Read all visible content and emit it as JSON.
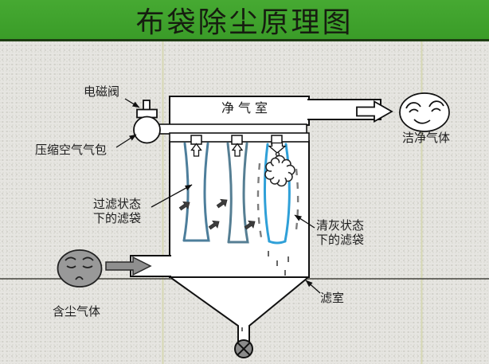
{
  "slide": {
    "title": "布袋除尘原理图"
  },
  "diagram": {
    "labels": {
      "solenoid_valve": "电磁阀",
      "compressed_air_bag": "压缩空气气包",
      "clean_air_chamber": "净气室",
      "clean_gas": "洁净气体",
      "filtering_bag_line1": "过滤状态",
      "filtering_bag_line2": "下的滤袋",
      "cleaning_bag_line1": "清灰状态",
      "cleaning_bag_line2": "下的滤袋",
      "filter_chamber": "滤室",
      "dusty_gas": "含尘气体"
    },
    "icons": {
      "clean_gas_face": "happy-face",
      "dusty_gas_face": "sad-face",
      "bottom_discharge": "rotary-valve-x-circle",
      "inlet_flow": "solid-right-arrow",
      "outlet_flow": "hollow-right-arrow",
      "bag_flow_up": "hollow-up-arrow",
      "pulse_jet": "hollow-down-arrow-with-cloud"
    },
    "colors": {
      "banner_green": "#3fa42c",
      "banner_underline": "#1d3d12",
      "background": "#e6e5e1",
      "bag_filtering_stroke": "#4d7e9b",
      "bag_cleaning_stroke": "#2fa0d8",
      "gray_fill": "#8f8f8f",
      "outline_dark": "#111111",
      "dashed_dust": "#7d7d7d"
    }
  }
}
